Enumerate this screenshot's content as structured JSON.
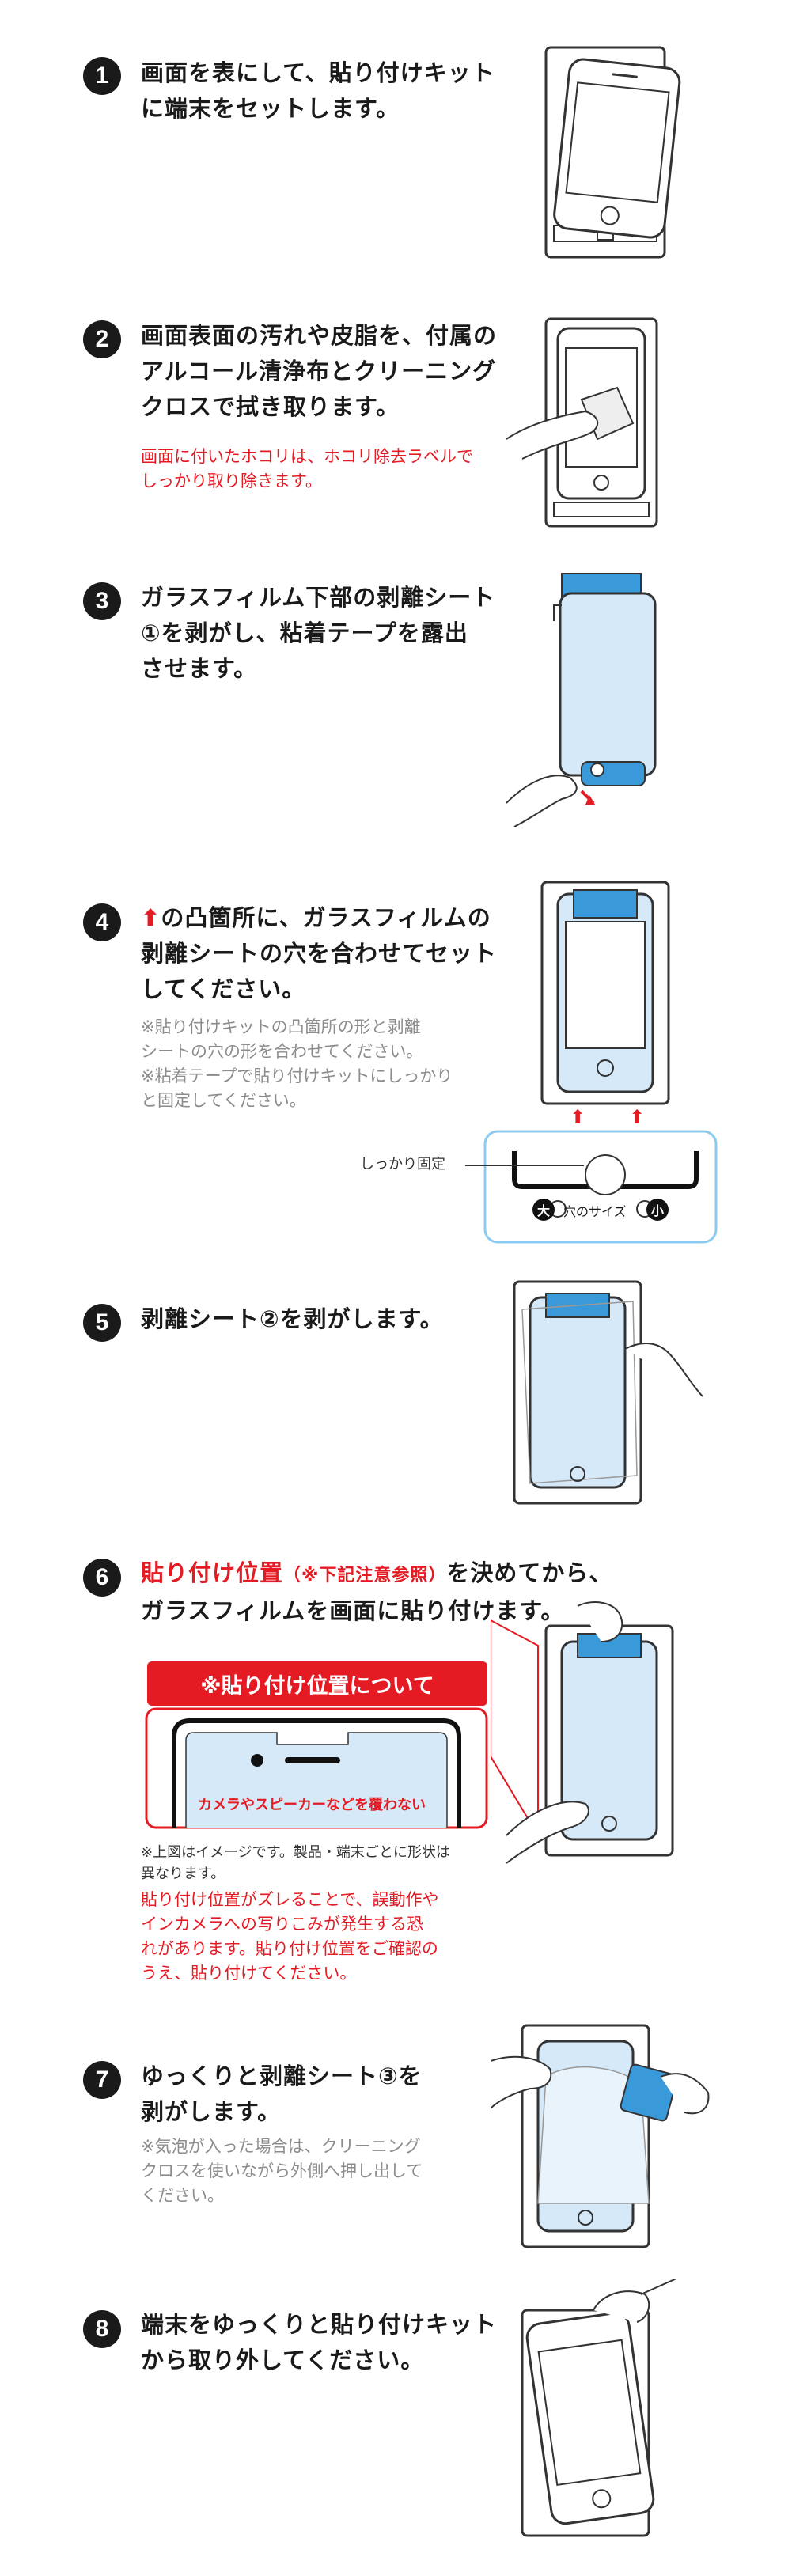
{
  "steps": [
    {
      "number": "1",
      "title": [
        "画面を表にして、貼り付けキット",
        "に端末をセットします。"
      ]
    },
    {
      "number": "2",
      "title": [
        "画面表面の汚れや皮脂を、付属の",
        "アルコール清浄布とクリーニング",
        "クロスで拭き取ります。"
      ],
      "note_red": [
        "画面に付いたホコリは、ホコリ除去ラベルで",
        "しっかり取り除きます。"
      ]
    },
    {
      "number": "3",
      "title": [
        "ガラスフィルム下部の剥離シート",
        "①を剥がし、粘着テープを露出",
        "させます。"
      ]
    },
    {
      "number": "4",
      "title_suffix": "の凸箇所に、ガラスフィルムの",
      "title": [
        "剥離シートの穴を合わせてセット",
        "してください。"
      ],
      "note_gray": [
        "※貼り付けキットの凸箇所の形と剥離",
        "シートの穴の形を合わせてください。",
        "※粘着テープで貼り付けキットにしっかり",
        "と固定してください。"
      ],
      "callout_label": "しっかり固定",
      "badge_large": "大",
      "badge_small": "小",
      "hole_size_label": "穴のサイズ"
    },
    {
      "number": "5",
      "title": [
        "剥離シート②を剥がします。"
      ]
    },
    {
      "number": "6",
      "title_red": "貼り付け位置",
      "title_red_small": "（※下記注意参照）",
      "title_rest": "を決めてから、",
      "title": [
        "ガラスフィルムを画面に貼り付けます。"
      ],
      "banner": "※貼り付け位置について",
      "diagram_label": "カメラやスピーカーなどを覆わない",
      "note_small": [
        "※上図はイメージです。製品・端末ごとに形状は",
        "異なります。"
      ],
      "note_red": [
        "貼り付け位置がズレることで、誤動作や",
        "インカメラへの写りこみが発生する恐",
        "れがあります。貼り付け位置をご確認の",
        "うえ、貼り付けてください。"
      ]
    },
    {
      "number": "7",
      "title": [
        "ゆっくりと剥離シート③を",
        "剥がします。"
      ],
      "note_gray": [
        "※気泡が入った場合は、クリーニング",
        "クロスを使いながら外側へ押し出して",
        "ください。"
      ]
    },
    {
      "number": "8",
      "title": [
        "端末をゆっくりと貼り付けキット",
        "から取り外してください。"
      ]
    }
  ],
  "colors": {
    "accent_red": "#e51b24",
    "film_blue": "#d6e9f8",
    "tab_blue": "#3a9ad9",
    "callout_blue": "#8ccbef"
  },
  "icons": [
    "arrow-up-icon",
    "hand-icon",
    "phone-icon",
    "kit-tray-icon"
  ]
}
